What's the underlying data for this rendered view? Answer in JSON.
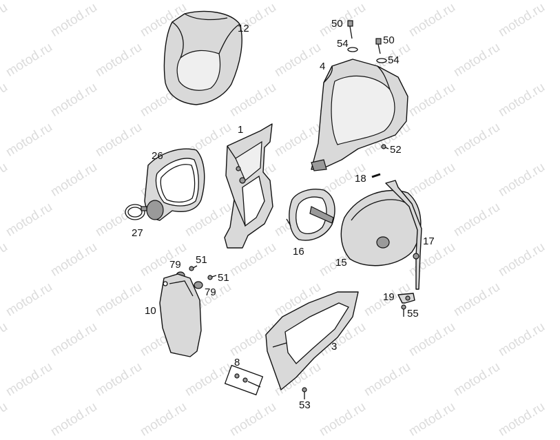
{
  "watermark": "motod.ru",
  "colors": {
    "ink": "#111111",
    "part_fill": "#d9d9d9",
    "watermark": "#dcdcdc",
    "background": "#ffffff"
  },
  "callouts": [
    {
      "id": "12",
      "text": "12"
    },
    {
      "id": "50a",
      "text": "50"
    },
    {
      "id": "50b",
      "text": "50"
    },
    {
      "id": "54a",
      "text": "54"
    },
    {
      "id": "54b",
      "text": "54"
    },
    {
      "id": "4",
      "text": "4"
    },
    {
      "id": "1",
      "text": "1"
    },
    {
      "id": "26",
      "text": "26"
    },
    {
      "id": "52",
      "text": "52"
    },
    {
      "id": "18",
      "text": "18"
    },
    {
      "id": "27",
      "text": "27"
    },
    {
      "id": "16",
      "text": "16"
    },
    {
      "id": "17",
      "text": "17"
    },
    {
      "id": "15",
      "text": "15"
    },
    {
      "id": "79a",
      "text": "79"
    },
    {
      "id": "51a",
      "text": "51"
    },
    {
      "id": "51b",
      "text": "51"
    },
    {
      "id": "79b",
      "text": "79"
    },
    {
      "id": "10",
      "text": "10"
    },
    {
      "id": "19",
      "text": "19"
    },
    {
      "id": "55",
      "text": "55"
    },
    {
      "id": "3",
      "text": "3"
    },
    {
      "id": "8",
      "text": "8"
    },
    {
      "id": "53",
      "text": "53"
    }
  ]
}
